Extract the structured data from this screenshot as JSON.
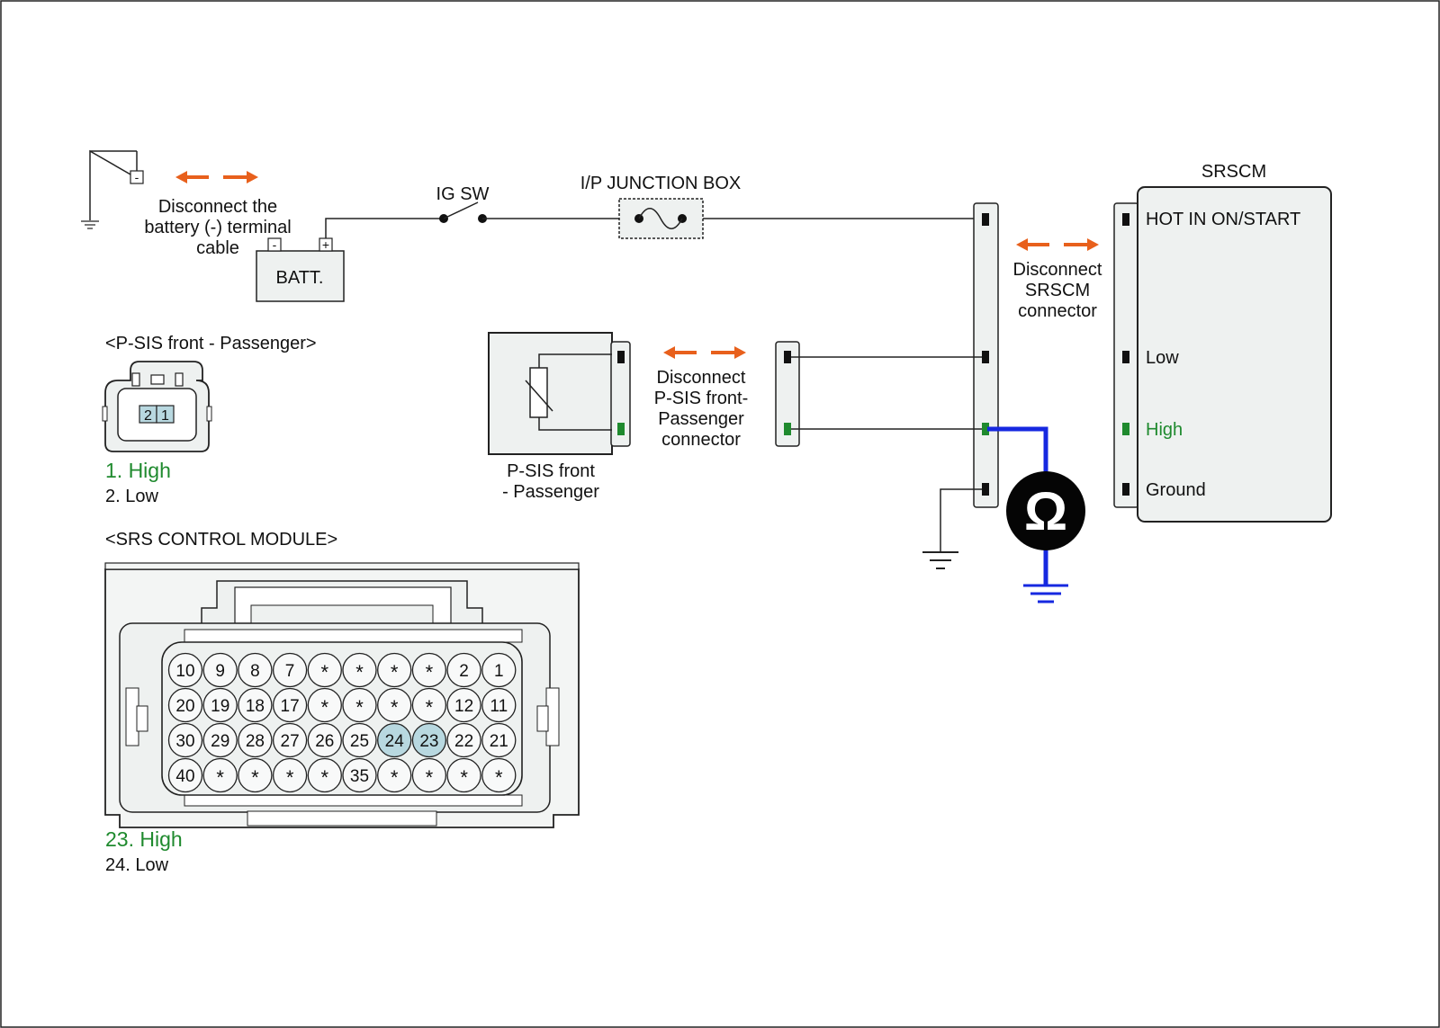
{
  "battery": {
    "disconnect_label": [
      "Disconnect the",
      "battery (-) terminal",
      "cable"
    ],
    "label": "BATT.",
    "neg_symbol": "-",
    "pos_symbol": "+",
    "ground_neg_symbol": "-"
  },
  "ignition": {
    "label": "IG SW"
  },
  "junction_box": {
    "label": "I/P JUNCTION BOX"
  },
  "srscm": {
    "title": "SRSCM",
    "pins": [
      {
        "label": "HOT IN ON/START",
        "highlight": false
      },
      {
        "label": "Low",
        "highlight": false
      },
      {
        "label": "High",
        "highlight": true
      },
      {
        "label": "Ground",
        "highlight": false
      }
    ],
    "disconnect_label": [
      "Disconnect",
      "SRSCM",
      "connector"
    ]
  },
  "sensor": {
    "label": [
      "P-SIS front",
      "- Passenger"
    ],
    "disconnect_label": [
      "Disconnect",
      "P-SIS front-",
      "Passenger",
      "connector"
    ]
  },
  "meter": {
    "symbol": "Ω"
  },
  "psis_connector": {
    "title": "<P-SIS front - Passenger>",
    "pins": [
      "2",
      "1"
    ],
    "legend": [
      {
        "text": "1. High",
        "highlight": true
      },
      {
        "text": "2. Low",
        "highlight": false
      }
    ]
  },
  "srs_module": {
    "title": "<SRS CONTROL MODULE>",
    "rows": [
      [
        "10",
        "9",
        "8",
        "7",
        "*",
        "*",
        "*",
        "*",
        "2",
        "1"
      ],
      [
        "20",
        "19",
        "18",
        "17",
        "*",
        "*",
        "*",
        "*",
        "12",
        "11"
      ],
      [
        "30",
        "29",
        "28",
        "27",
        "26",
        "25",
        "24",
        "23",
        "22",
        "21"
      ],
      [
        "40",
        "*",
        "*",
        "*",
        "*",
        "35",
        "*",
        "*",
        "*",
        "*"
      ]
    ],
    "highlighted_pins": [
      "24",
      "23"
    ],
    "legend": [
      {
        "text": "23. High",
        "highlight": true
      },
      {
        "text": "24. Low",
        "highlight": false
      }
    ]
  },
  "colors": {
    "arrow": "#e8601c",
    "measurement_wire": "#1628e0",
    "highlight_text": "#1f8a2e",
    "highlight_pin": "#b8d8e0",
    "terminal_black": "#111111",
    "terminal_green": "#1f8a2e"
  }
}
